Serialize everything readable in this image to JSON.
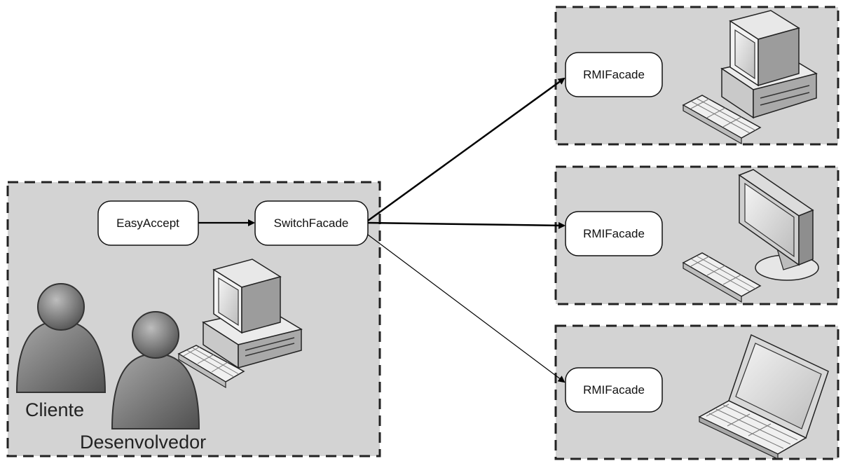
{
  "nodes": {
    "easyaccept": "EasyAccept",
    "switchfacade": "SwitchFacade",
    "rmi_top": "RMIFacade",
    "rmi_mid": "RMIFacade",
    "rmi_bottom": "RMIFacade"
  },
  "people": {
    "cliente": "Cliente",
    "desenvolvedor": "Desenvolvedor"
  },
  "icons": [
    "person-icon",
    "desktop-computer-icon",
    "lcd-monitor-icon",
    "laptop-icon",
    "keyboard-icon"
  ]
}
